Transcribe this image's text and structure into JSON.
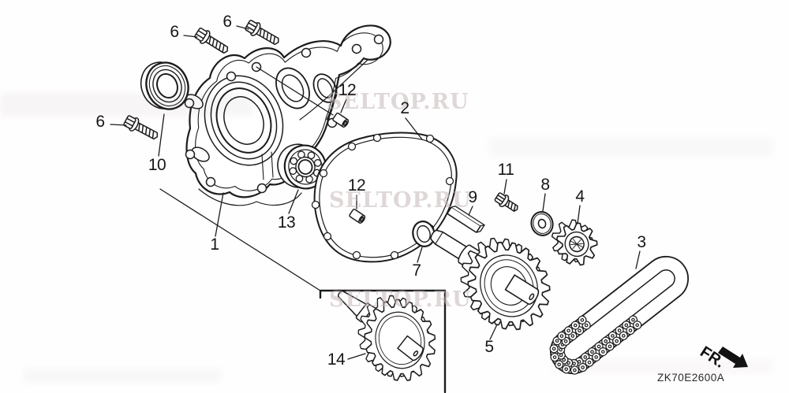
{
  "diagram": {
    "watermark_text": "SELTOP.RU",
    "drawing_code": "ZK70E2600A",
    "front_label": "FR.",
    "callouts": [
      {
        "part": "flange-bolt-a",
        "text": "6"
      },
      {
        "part": "flange-bolt-b",
        "text": "6"
      },
      {
        "part": "flange-bolt-c",
        "text": "6"
      },
      {
        "part": "oil-seal",
        "text": "10"
      },
      {
        "part": "cover-assembly",
        "text": "1"
      },
      {
        "part": "dowel-pin-a",
        "text": "12"
      },
      {
        "part": "gasket",
        "text": "2"
      },
      {
        "part": "radial-ball-bearing",
        "text": "13"
      },
      {
        "part": "dowel-pin-b",
        "text": "12"
      },
      {
        "part": "seal-ring",
        "text": "7"
      },
      {
        "part": "woodruff-key",
        "text": "9"
      },
      {
        "part": "bolt-washer",
        "text": "11"
      },
      {
        "part": "plain-washer",
        "text": "8"
      },
      {
        "part": "sprocket-small",
        "text": "4"
      },
      {
        "part": "drive-chain",
        "text": "3"
      },
      {
        "part": "pump-sprocket-shaft",
        "text": "5"
      },
      {
        "part": "pump-shaft-assembly",
        "text": "14"
      }
    ]
  }
}
